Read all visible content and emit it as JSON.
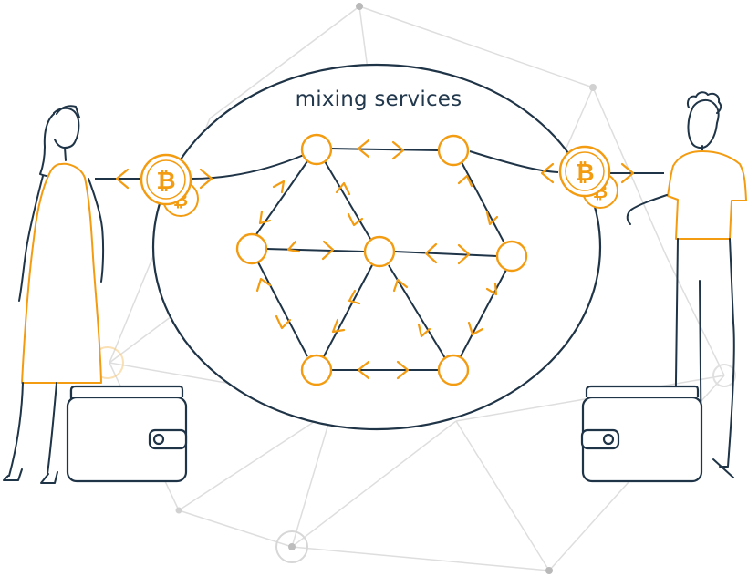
{
  "diagram": {
    "title": "mixing services",
    "colors": {
      "navy": "#1f3447",
      "orange": "#f39c12",
      "gray": "#d9d9d9",
      "bg": "#ffffff"
    },
    "icons": [
      "woman-figure",
      "man-figure",
      "wallet-icon",
      "bitcoin-coin-icon",
      "mixer-node-icon",
      "arrow-icon"
    ]
  }
}
